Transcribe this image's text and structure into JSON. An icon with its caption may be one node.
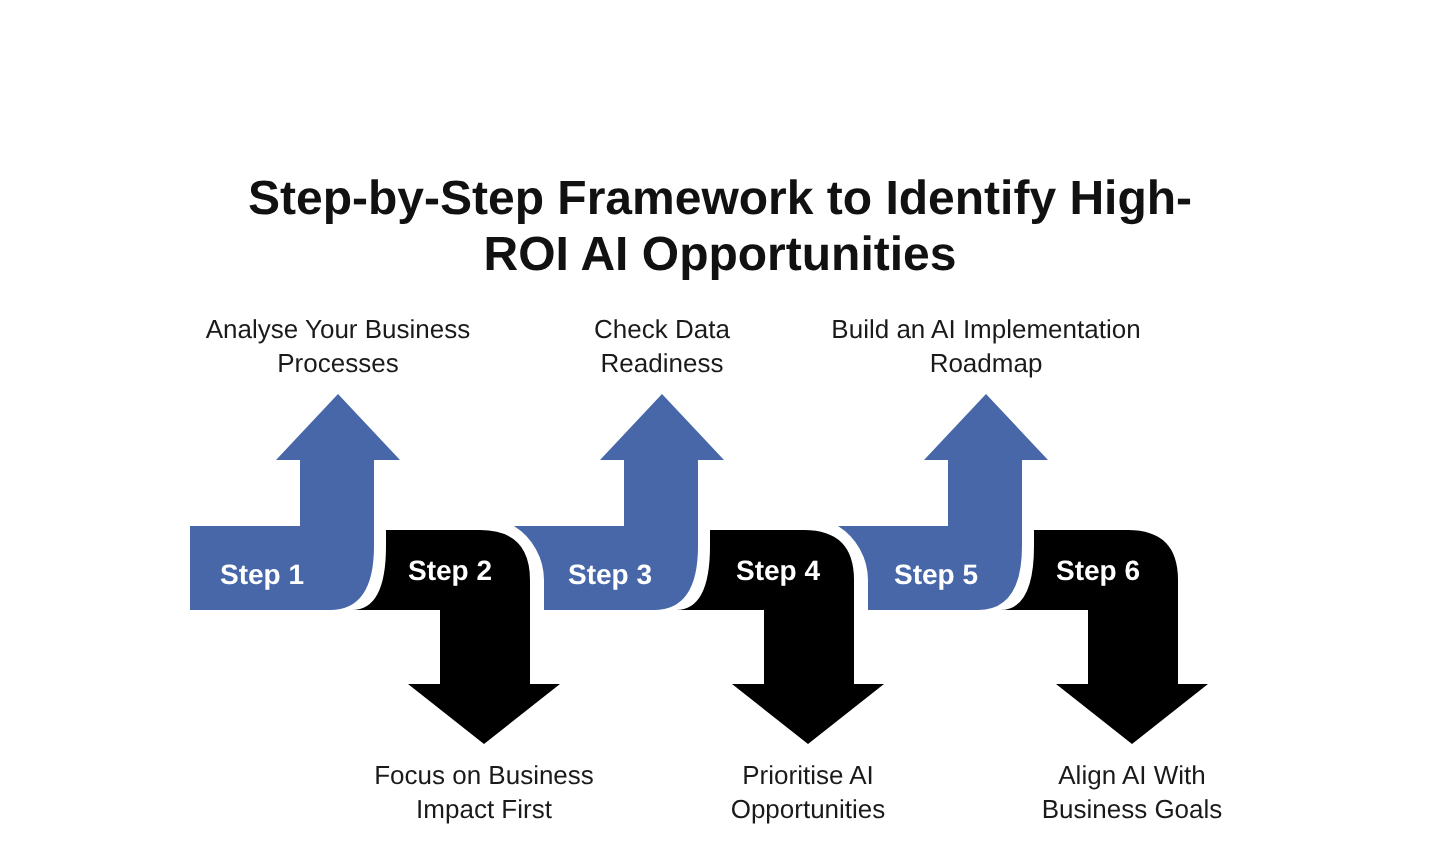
{
  "diagram": {
    "title": "Step-by-Step Framework to Identify High-ROI AI Opportunities",
    "nodes": [
      {
        "text": [
          "Step 1"
        ],
        "beside": [
          "Analyse Your Business Processes"
        ]
      },
      {
        "text": [
          "Step 2"
        ],
        "beside": [
          "Focus on Business Impact First"
        ]
      },
      {
        "text": [
          "Step 3"
        ],
        "beside": [
          "Check Data Readiness"
        ]
      },
      {
        "text": [
          "Step 4"
        ],
        "beside": [
          "Prioritise AI Opportunities"
        ]
      },
      {
        "text": [
          "Step 5"
        ],
        "beside": [
          "Build an AI Implementation Roadmap"
        ]
      },
      {
        "text": [
          "Step 6"
        ],
        "beside": [
          "Align AI With Business Goals"
        ]
      }
    ]
  }
}
